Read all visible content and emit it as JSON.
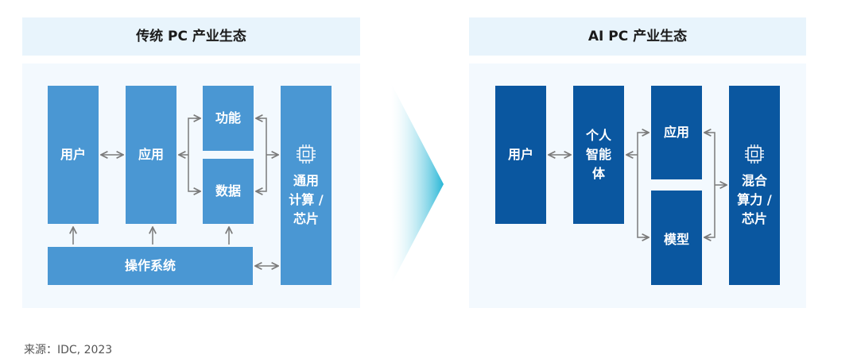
{
  "left_panel": {
    "title": "传统 PC 产业生态",
    "user": "用户",
    "app": "应用",
    "function": "功能",
    "data": "数据",
    "os": "操作系统",
    "chip_lines": [
      "通用",
      "计算 /",
      "芯片"
    ]
  },
  "right_panel": {
    "title": "AI PC 产业生态",
    "user": "用户",
    "agent_lines": [
      "个人",
      "智能",
      "体"
    ],
    "app": "应用",
    "model": "模型",
    "chip_lines": [
      "混合",
      "算力 /",
      "芯片"
    ]
  },
  "source": "来源：IDC, 2023",
  "colors": {
    "left_box": "#4a97d3",
    "right_box": "#0a57a0",
    "title_bg": "#e8f4fc",
    "panel_bg": "#f3f9fe",
    "arrow": "#7a7a7a",
    "chevron": "#27b6d6"
  }
}
